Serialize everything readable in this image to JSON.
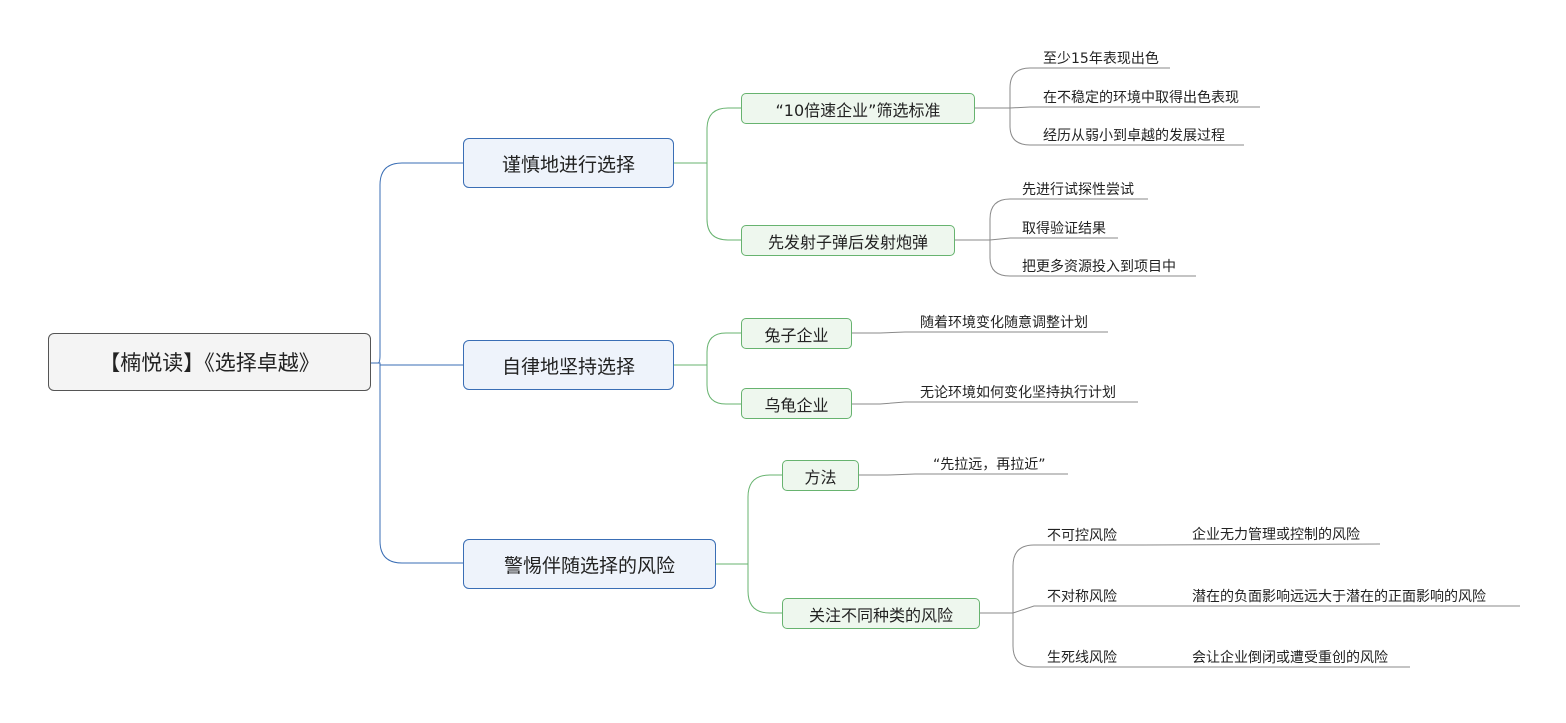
{
  "root": {
    "label": "【楠悦读】《选择卓越》"
  },
  "branches": [
    {
      "label": "谨慎地进行选择",
      "children": [
        {
          "label": "“10倍速企业”筛选标准",
          "leaves": [
            "至少15年表现出色",
            "在不稳定的环境中取得出色表现",
            "经历从弱小到卓越的发展过程"
          ]
        },
        {
          "label": "先发射子弹后发射炮弹",
          "leaves": [
            "先进行试探性尝试",
            "取得验证结果",
            "把更多资源投入到项目中"
          ]
        }
      ]
    },
    {
      "label": "自律地坚持选择",
      "children": [
        {
          "label": "兔子企业",
          "leaves": [
            "随着环境变化随意调整计划"
          ]
        },
        {
          "label": "乌龟企业",
          "leaves": [
            "无论环境如何变化坚持执行计划"
          ]
        }
      ]
    },
    {
      "label": "警惕伴随选择的风险",
      "children": [
        {
          "label": "方法",
          "leaves": [
            "“先拉远，再拉近”"
          ]
        },
        {
          "label": "关注不同种类的风险",
          "risks": [
            {
              "name": "不可控风险",
              "desc": "企业无力管理或控制的风险"
            },
            {
              "name": "不对称风险",
              "desc": "潜在的负面影响远远大于潜在的正面影响的风险"
            },
            {
              "name": "生死线风险",
              "desc": "会让企业倒闭或遭受重创的风险"
            }
          ]
        }
      ]
    }
  ],
  "colors": {
    "root_border": "#555555",
    "level1_line": "#3a6eb5",
    "level2_line": "#67b36f",
    "leaf_line": "#8a8a8a"
  }
}
